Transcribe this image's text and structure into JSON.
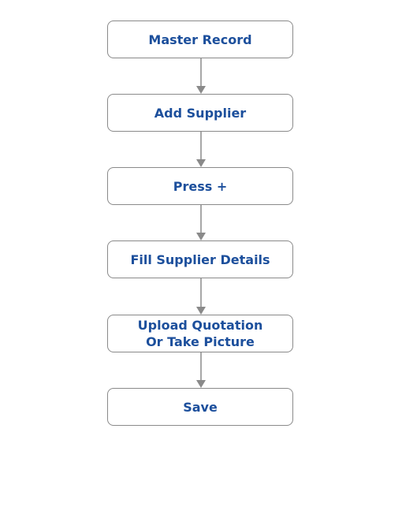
{
  "steps": [
    {
      "label": "Master Record"
    },
    {
      "label": "Add Supplier"
    },
    {
      "label": "Press +"
    },
    {
      "label": "Fill Supplier Details"
    },
    {
      "label": "Upload Quotation\nOr Take Picture"
    },
    {
      "label": "Save"
    }
  ],
  "colors": {
    "text": "#1c4f9c",
    "border": "#8a8a8a",
    "arrow": "#8a8a8a"
  }
}
